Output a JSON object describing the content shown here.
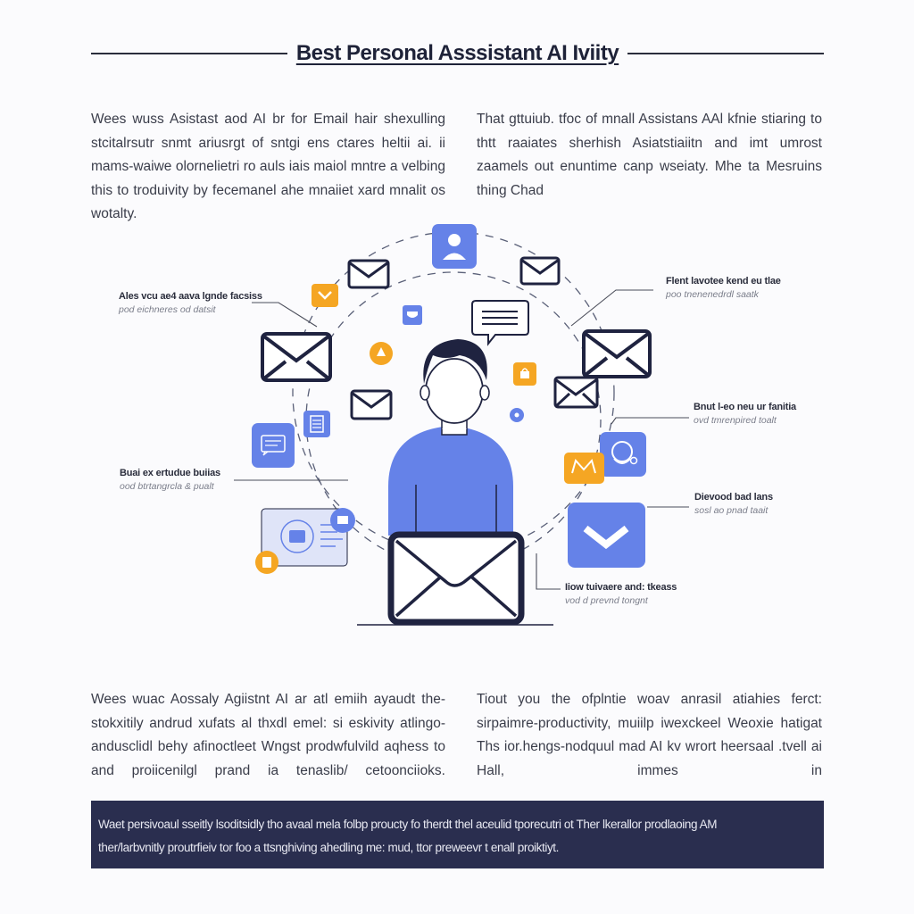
{
  "header": {
    "title": "Best Personal Asssistant AI Iviity"
  },
  "paragraphs": {
    "top_left": "Wees wuss Asistast aod AI br for Email hair shexulling stcitalrsutr snmt ariusrgt of sntgi ens ctares heltii ai. ii mams-waiwe olornelietri ro auls iais maiol mntre a velbing this to troduivity by fecemanel ahe mnaiiet xard mnalit os wotalty.",
    "top_right": "That gttuiub. tfoc of mnall Assistans AAl kfnie stiaring to thtt raaiates sherhish Asiatstiaiitn and imt umrost zaamels out enuntime canp wseiaty. Mhe ta Mesruins thing Chad",
    "bottom_left": "Wees wuac Aossaly Agiistnt AI ar atl emiih ayaudt the-stokxitily andrud xufats al thxdl emel: si eskivity atlingo-andusclidl behy afinoctleet Wngst prodwfulvild aqhess to and proiicenilgl prand ia tenaslib/ cetoonciioks.",
    "bottom_right": "Tiout you the ofplntie woav anrasil atiahies ferct: sirpaimre-productivity, muiilp iwexckeel Weoxie hatigat Ths ior.hengs-nodquul mad AI kv wrort heersaal .tvell ai Hall, immes in"
  },
  "callouts": [
    {
      "id": "left-top",
      "title": "Ales vcu ae4 aava lgnde facsiss",
      "subtitle": "pod eichneres od datsit"
    },
    {
      "id": "left-mid",
      "title": "Buai ex ertudue buiias",
      "subtitle": "ood btrtangrcla & pualt"
    },
    {
      "id": "right-top",
      "title": "Flent lavotee kend eu tlae",
      "subtitle": "poo tnenenedrdl saatk"
    },
    {
      "id": "right-mid",
      "title": "Bnut l-eo neu ur fanitia",
      "subtitle": "ovd tmrenpired toalt"
    },
    {
      "id": "right-low",
      "title": "Dievood bad lans",
      "subtitle": "sosl ao pnad taait"
    },
    {
      "id": "bottom-right",
      "title": "Iiow tuivaere and: tkeass",
      "subtitle": "vod d prevnd tongnt"
    }
  ],
  "banner": {
    "line1": "Waet persivoaul sseitly lsoditsidly tho avaal mela folbp proucty fo therdt thel aceulid tporecutri ot Ther lkerallor prodlaoing AM",
    "line2": "ther/larbvnitly proutrfieiv tor foo a ttsnghiving ahedling me: mud, ttor preweevr t enall proiktiyt."
  },
  "illustration": {
    "icons": [
      "user-profile-icon",
      "envelope-icon",
      "chat-bubble-icon",
      "notification-icon",
      "document-icon",
      "support-headset-icon",
      "chevron-down-icon",
      "newsletter-card-icon",
      "person-at-laptop"
    ],
    "colors": {
      "primary_blue": "#6582e8",
      "dark_navy": "#1f2340",
      "accent_orange": "#f5a623",
      "card_light": "#dfe4f8",
      "banner_bg": "#2a2e4f"
    }
  }
}
